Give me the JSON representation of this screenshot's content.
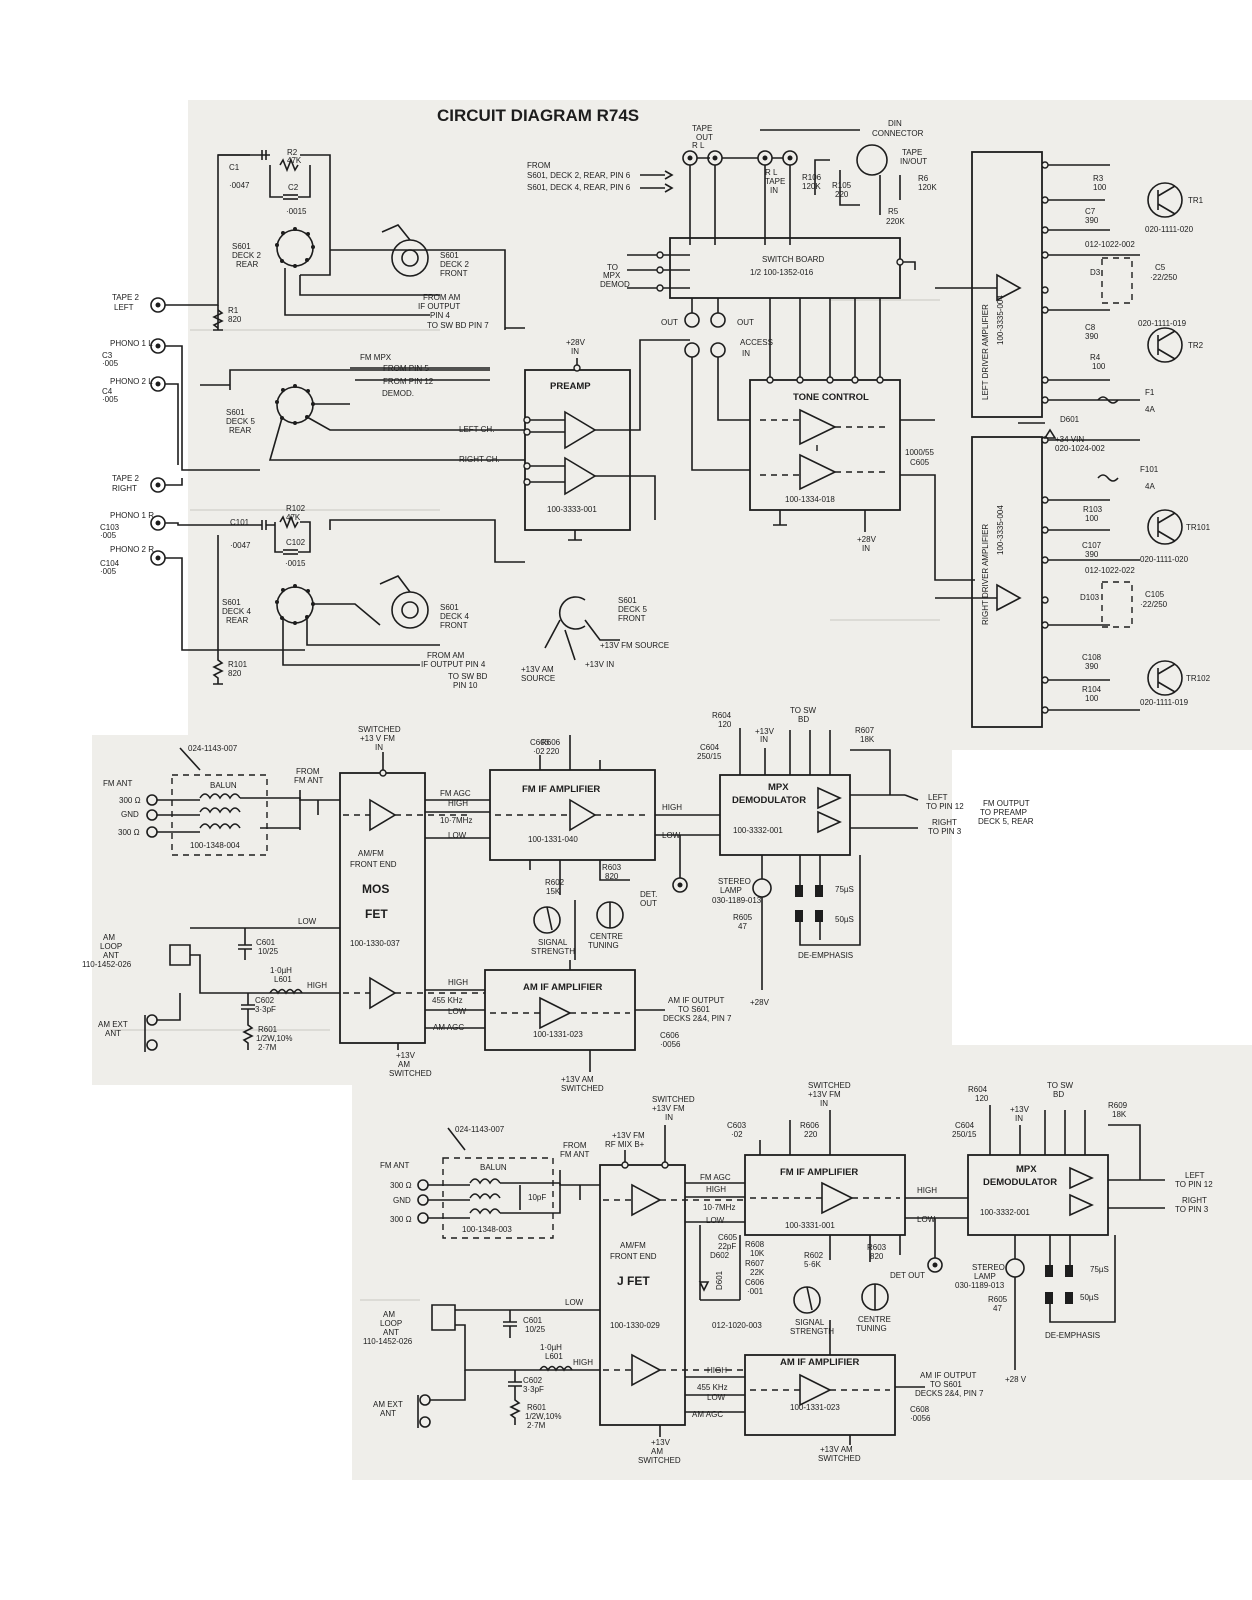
{
  "title": "CIRCUIT DIAGRAM R74S",
  "top": {
    "tape2_left": [
      "TAPE 2",
      "LEFT"
    ],
    "tape2_right": [
      "TAPE 2",
      "RIGHT"
    ],
    "phono1l": "PHONO 1 L",
    "phono2l": "PHONO 2 L",
    "phono1r": "PHONO 1 R",
    "phono2r": "PHONO 2 R",
    "c1": "C1",
    "c1_val": "·0047",
    "r2": "R2",
    "r2_val": "47K",
    "c2": "C2",
    "c2_val": "·0015",
    "r1": "R1",
    "r1_val": "820",
    "c3": "C3",
    "c3_val": "·005",
    "c4": "C4",
    "c4_val": "·005",
    "c101": "C101",
    "c101_val": "·0047",
    "r102": "R102",
    "r102_val": "47K",
    "c102": "C102",
    "c102_val": "·0015",
    "r101": "R101",
    "r101_val": "820",
    "c103": "C103",
    "c103_val": "·005",
    "c104": "C104",
    "c104_val": "·005",
    "s601_d2_rear": [
      "S601",
      "DECK 2",
      "REAR"
    ],
    "s601_d2_front": [
      "S601",
      "DECK 2",
      "FRONT"
    ],
    "s601_d5_rear": [
      "S601",
      "DECK 5",
      "REAR"
    ],
    "s601_d4_rear": [
      "S601",
      "DECK 4",
      "REAR"
    ],
    "s601_d4_front": [
      "S601",
      "DECK 4",
      "FRONT"
    ],
    "s601_d5_front": [
      "S601",
      "DECK 5",
      "FRONT"
    ],
    "from_am_if_1": [
      "FROM AM",
      "IF OUTPUT",
      "PIN 4"
    ],
    "to_sw_bd_pin7": "TO SW BD PIN 7",
    "fm_mpx": [
      "FM MPX",
      "FROM PIN 5",
      "FROM PIN 12",
      "DEMOD."
    ],
    "left_ch": "LEFT CH.",
    "right_ch": "RIGHT CH.",
    "from_am_if_2": [
      "FROM AM",
      "IF OUTPUT PIN 4"
    ],
    "to_sw_bd_pin10": [
      "TO SW BD",
      "PIN 10"
    ],
    "plus13v_fm_source": "+13V FM SOURCE",
    "plus13v_am_source": [
      "+13V AM",
      "SOURCE"
    ],
    "plus13v_in": "+13V IN",
    "preamp": "PREAMP",
    "preamp_part": "100-3333-001",
    "preamp_supply": [
      "+28V",
      "IN"
    ],
    "from_s601": [
      "FROM",
      "S601, DECK 2, REAR, PIN 6",
      "S601, DECK 4, REAR, PIN 6"
    ],
    "tape_out": [
      "TAPE",
      "OUT",
      "R  L"
    ],
    "tape_in": [
      "R  L",
      "TAPE",
      "IN"
    ],
    "din": [
      "DIN",
      "CONNECTOR"
    ],
    "tape_inout": [
      "TAPE",
      "IN/OUT"
    ],
    "r106": "R106",
    "r106_val": "120K",
    "r105": "R105",
    "r105_val": "220",
    "r5": "R5",
    "r5_val": "220K",
    "r6": "R6",
    "r6_val": "120K",
    "to_mpx_demod": [
      "TO",
      "MPX",
      "DEMOD"
    ],
    "switch_board": [
      "SWITCH BOARD",
      "1/2 100-1352-016"
    ],
    "out_r": "OUT",
    "access": [
      "ACCESS",
      "IN"
    ],
    "tone_control": "TONE CONTROL",
    "tone_part": "100-1334-018",
    "c605": [
      "1000/55",
      "C605"
    ],
    "tone_supply": [
      "+28V",
      "IN"
    ],
    "left_driver": [
      "LEFT DRIVER AMPLIFIER",
      "100-3335-004"
    ],
    "right_driver": [
      "RIGHT DRIVER AMPLIFIER",
      "100-3335-004"
    ],
    "d601": "D601",
    "plus34v": [
      "+34 VIN",
      "020-1024-002"
    ],
    "f1": [
      "F1",
      "4A"
    ],
    "f101": [
      "F101",
      "4A"
    ],
    "r3": [
      "R3",
      "100"
    ],
    "c7": [
      "C7",
      "390"
    ],
    "tr1": "TR1",
    "tr1_part": "020-1111-020",
    "d3_part": "012-1022-002",
    "d3": "D3",
    "c5": [
      "C5",
      "·22/250"
    ],
    "c8": [
      "C8",
      "390"
    ],
    "tr2_part": "020-1111-019",
    "r4": [
      "R4",
      "100"
    ],
    "tr2": "TR2",
    "r103": [
      "R103",
      "100"
    ],
    "c107": [
      "C107",
      "390"
    ],
    "tr101": "TR101",
    "tr101_part": "020-1111-020",
    "d103_part": "012-1022-022",
    "d103": "D103",
    "c105": [
      "C105",
      "·22/250"
    ],
    "c108": [
      "C108",
      "390"
    ],
    "r104": [
      "R104",
      "100"
    ],
    "tr102": "TR102",
    "tr102_part": "020-1111-019"
  },
  "tuner_mos": {
    "balun_part_top": "024-1143-007",
    "fm_ant": "FM ANT",
    "ant300a": "300 Ω",
    "gnd": "GND",
    "ant300b": "300 Ω",
    "balun": "BALUN",
    "balun_part": "100-1348-004",
    "from_fm_ant": [
      "FROM",
      "FM ANT"
    ],
    "switched_13v_fm": [
      "SWITCHED",
      "+13 V FM",
      "IN"
    ],
    "front_end": [
      "AM/FM",
      "FRONT END"
    ],
    "device": [
      "MOS",
      "FET"
    ],
    "front_end_part": "100-1330-037",
    "fm_agc": "FM AGC",
    "high": "HIGH",
    "if_107": "10·7MHz",
    "low": "LOW",
    "c603": [
      "C603",
      "·02"
    ],
    "r606": [
      "R606",
      "220"
    ],
    "fm_if_amp": "FM IF AMPLIFIER",
    "fm_if_part": "100-1331-040",
    "r603": [
      "R603",
      "820"
    ],
    "r602": [
      "R602",
      "15K"
    ],
    "det_out": [
      "DET.",
      "OUT"
    ],
    "signal_strength": [
      "SIGNAL",
      "STRENGTH"
    ],
    "centre_tuning": [
      "CENTRE",
      "TUNING"
    ],
    "r604": [
      "R604",
      "120"
    ],
    "c604": [
      "C604",
      "250/15"
    ],
    "plus13v_in": [
      "+13V",
      "IN"
    ],
    "to_sw_bd": [
      "TO SW",
      "BD"
    ],
    "r607": [
      "R607",
      "18K"
    ],
    "mpx_demod": [
      "MPX",
      "DEMODULATOR"
    ],
    "mpx_part": "100-3332-001",
    "stereo_lamp": [
      "STEREO",
      "LAMP",
      "030-1189-013"
    ],
    "r605": [
      "R605",
      "47"
    ],
    "us75": "75µS",
    "us50": "50µS",
    "de_emphasis": "DE-EMPHASIS",
    "left_to_pin12": [
      "LEFT",
      "TO PIN 12"
    ],
    "right_to_pin3": [
      "RIGHT",
      "TO PIN 3"
    ],
    "fm_output": [
      "FM OUTPUT",
      "TO PREAMP",
      "DECK 5, REAR"
    ],
    "plus28v": "+28V",
    "am_loop": [
      "AM",
      "LOOP",
      "ANT",
      "110-1452-026"
    ],
    "c601": [
      "C601",
      "10/25"
    ],
    "l601": [
      "1·0µH",
      "L601"
    ],
    "c602": [
      "C602",
      "3·3pF"
    ],
    "r601": [
      "R601",
      "1/2W,10%",
      "2·7M"
    ],
    "am_ext": [
      "AM EXT",
      "ANT"
    ],
    "khz455": "455 KHz",
    "am_agc": "AM AGC",
    "am_if_amp": "AM IF AMPLIFIER",
    "am_if_part": "100-1331-023",
    "am_if_output": [
      "AM IF OUTPUT",
      "TO S601",
      "DECKS 2&4, PIN 7"
    ],
    "c606": [
      "C606",
      "·0056"
    ],
    "switched_13v_am": [
      "+13V AM",
      "SWITCHED"
    ],
    "switched_13v_am_fe": [
      "+13V",
      "AM",
      "SWITCHED"
    ]
  },
  "tuner_jfet": {
    "balun_part_top": "024-1143-007",
    "fm_ant": "FM ANT",
    "ant300a": "300 Ω",
    "gnd": "GND",
    "ant300b": "300 Ω",
    "balun": "BALUN",
    "balun_part": "100-1348-003",
    "c10pf": "10pF",
    "from_fm_ant": [
      "FROM",
      "FM ANT"
    ],
    "rf_mix": [
      "+13V FM",
      "RF MIX B+"
    ],
    "switched_13v_fm": [
      "SWITCHED",
      "+13V FM",
      "IN"
    ],
    "front_end": [
      "AM/FM",
      "FRONT END"
    ],
    "device": "J FET",
    "front_end_part": "100-1330-029",
    "fm_agc": "FM AGC",
    "high": "HIGH",
    "if_107": "10·7MHz",
    "low": "LOW",
    "c603": [
      "C603",
      "·02"
    ],
    "r606": [
      "R606",
      "220"
    ],
    "fm_if_amp": "FM IF AMPLIFIER",
    "fm_if_part": "100-3331-001",
    "c605": [
      "C605",
      "22pF"
    ],
    "d602": "D602",
    "r608": [
      "R608",
      "10K"
    ],
    "r607": [
      "R607",
      "22K"
    ],
    "c606": [
      "C606",
      "·001"
    ],
    "d601": "D601",
    "diode_part": "012-1020-003",
    "r602": [
      "R602",
      "5·6K"
    ],
    "r603": [
      "R603",
      "820"
    ],
    "signal_strength": [
      "SIGNAL",
      "STRENGTH"
    ],
    "centre_tuning": [
      "CENTRE",
      "TUNING"
    ],
    "det_out": "DET OUT",
    "r604": [
      "R604",
      "120"
    ],
    "c604": [
      "C604",
      "250/15"
    ],
    "plus13v_in": [
      "+13V",
      "IN"
    ],
    "to_sw_bd": [
      "TO SW",
      "BD"
    ],
    "r609": [
      "R609",
      "18K"
    ],
    "mpx_demod": [
      "MPX",
      "DEMODULATOR"
    ],
    "mpx_part": "100-3332-001",
    "stereo_lamp": [
      "STEREO",
      "LAMP",
      "030-1189-013"
    ],
    "r605": [
      "R605",
      "47"
    ],
    "us75": "75µS",
    "us50": "50µS",
    "de_emphasis": "DE-EMPHASIS",
    "left_to_pin12": [
      "LEFT",
      "TO PIN 12"
    ],
    "right_to_pin3": [
      "RIGHT",
      "TO PIN 3"
    ],
    "plus28v": "+28 V",
    "am_loop": [
      "AM",
      "LOOP",
      "ANT",
      "110-1452-026"
    ],
    "c601": [
      "C601",
      "10/25"
    ],
    "l601": [
      "1·0µH",
      "L601"
    ],
    "c602": [
      "C602",
      "3·3pF"
    ],
    "r601": [
      "R601",
      "1/2W,10%",
      "2·7M"
    ],
    "am_ext": [
      "AM EXT",
      "ANT"
    ],
    "khz455": "455 KHz",
    "am_agc": "AM AGC",
    "am_if_amp": "AM IF AMPLIFIER",
    "am_if_part": "100-1331-023",
    "am_if_output": [
      "AM IF OUTPUT",
      "TO S601",
      "DECKS 2&4, PIN 7"
    ],
    "c608": [
      "C608",
      "·0056"
    ],
    "switched_13v_am": [
      "+13V AM",
      "SWITCHED"
    ],
    "switched_13v_am_fe": [
      "+13V",
      "AM",
      "SWITCHED"
    ]
  }
}
